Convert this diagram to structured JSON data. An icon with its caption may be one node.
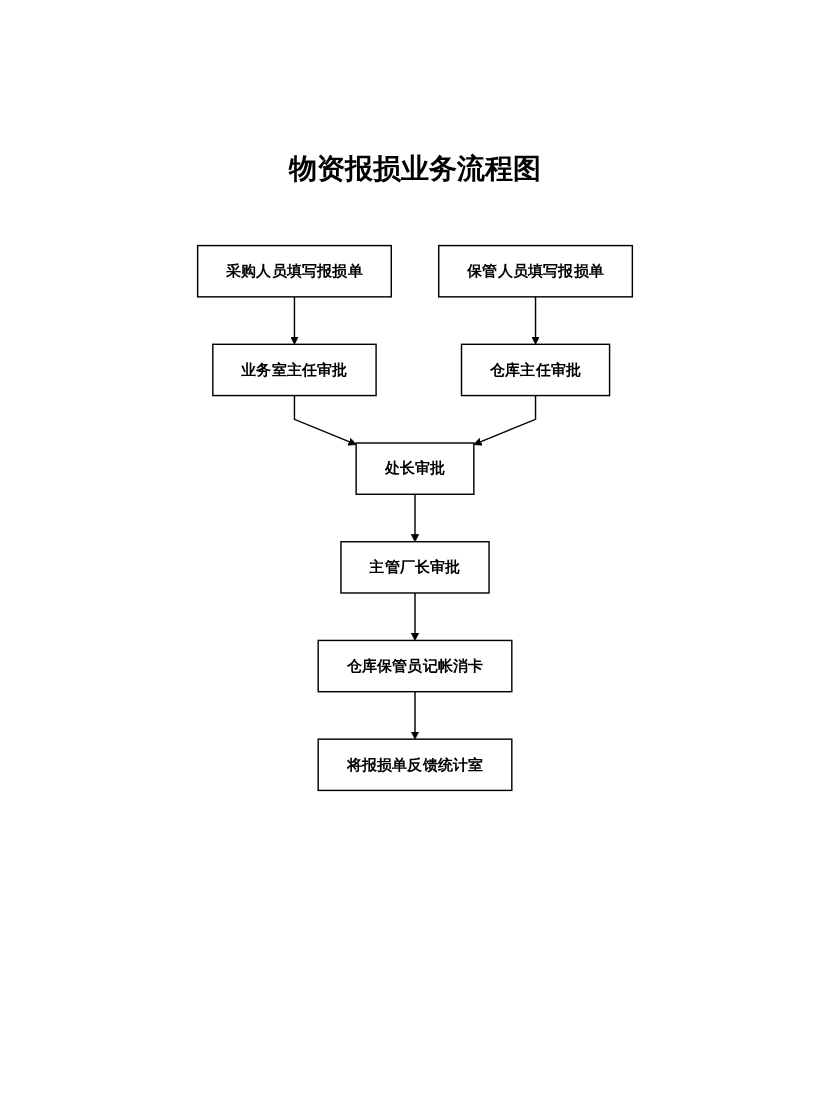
{
  "diagram": {
    "title": "物资报损业务流程图",
    "nodes": [
      {
        "text": [
          "采购人员填写报损单"
        ]
      },
      {
        "text": [
          "保管人员填写报损单"
        ]
      },
      {
        "text": [
          "业务室主任审批"
        ]
      },
      {
        "text": [
          "仓库主任审批"
        ]
      },
      {
        "text": [
          "处长审批"
        ]
      },
      {
        "text": [
          "主管厂长审批"
        ]
      },
      {
        "text": [
          "仓库保管员记帐消卡"
        ]
      },
      {
        "text": [
          "将报损单反馈统计室"
        ]
      }
    ],
    "edges": [
      {
        "from": 0,
        "to": 2,
        "arrow": "to"
      },
      {
        "from": 1,
        "to": 3,
        "arrow": "to"
      },
      {
        "from": 2,
        "to": 4,
        "arrow": "to"
      },
      {
        "from": 3,
        "to": 4,
        "arrow": "to"
      },
      {
        "from": 4,
        "to": 5,
        "arrow": "to"
      },
      {
        "from": 5,
        "to": 6,
        "arrow": "to"
      },
      {
        "from": 6,
        "to": 7,
        "arrow": "to"
      }
    ]
  }
}
